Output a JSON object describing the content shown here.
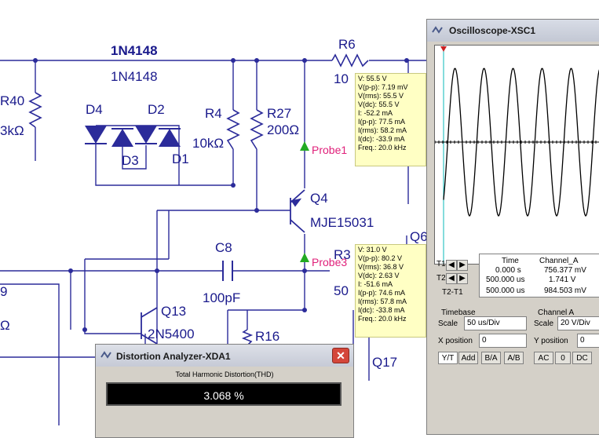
{
  "schematic": {
    "labels": {
      "diode_model_bold": "1N4148",
      "diode_model": "1N4148",
      "d4": "D4",
      "d2": "D2",
      "d3": "D3",
      "d1": "D1",
      "r40": "R40",
      "r40_value": "3kΩ",
      "r4": "R4",
      "r4_value": "10kΩ",
      "r27": "R27",
      "r27_value": "200Ω",
      "r6": "R6",
      "r6_value": "10",
      "q4": "Q4",
      "q4_model": "MJE15031",
      "c8": "C8",
      "c8_value": "100pF",
      "q13": "Q13",
      "q13_model": "2N5400",
      "r16": "R16",
      "r3": "R3",
      "r3_value": "50",
      "q6": "Q6",
      "q17": "Q17",
      "left_edge_9": "9",
      "left_edge_omega": "Ω"
    },
    "probes": {
      "probe1": {
        "label": "Probe1",
        "lines": [
          "V: 55.5 V",
          "V(p-p): 7.19 mV",
          "V(rms): 55.5 V",
          "V(dc): 55.5 V",
          "I: -52.2 mA",
          "I(p-p): 77.5 mA",
          "I(rms): 58.2 mA",
          "I(dc): -33.9 mA",
          "Freq.: 20.0 kHz"
        ]
      },
      "probe3": {
        "label": "Probe3",
        "lines": [
          "V: 31.0 V",
          "V(p-p): 80.2 V",
          "V(rms): 36.8 V",
          "V(dc): 2.63 V",
          "I: -51.6 mA",
          "I(p-p): 74.6 mA",
          "I(rms): 57.8 mA",
          "I(dc): -33.8 mA",
          "Freq.: 20.0 kHz"
        ]
      }
    }
  },
  "oscilloscope": {
    "title": "Oscilloscope-XSC1",
    "readout": {
      "headers": [
        "Time",
        "Channel_A"
      ],
      "t1": {
        "label": "T1",
        "time": "0.000 s",
        "channel_a": "756.377 mV"
      },
      "t2": {
        "label": "T2",
        "time": "500.000 us",
        "channel_a": "1.741 V"
      },
      "t2_t1": {
        "label": "T2-T1",
        "time": "500.000 us",
        "channel_a": "984.503 mV"
      }
    },
    "timebase": {
      "heading": "Timebase",
      "scale_label": "Scale",
      "scale_value": "50 us/Div",
      "xpos_label": "X position",
      "xpos_value": "0",
      "buttons": [
        "Y/T",
        "Add",
        "B/A",
        "A/B"
      ]
    },
    "channel_a": {
      "heading": "Channel A",
      "scale_label": "Scale",
      "scale_value": "20 V/Div",
      "ypos_label": "Y position",
      "ypos_value": "0",
      "coupling_buttons": [
        "AC",
        "0",
        "DC"
      ]
    }
  },
  "distortion_analyzer": {
    "title": "Distortion Analyzer-XDA1",
    "thd_label": "Total Harmonic Distortion(THD)",
    "thd_value": "3.068 %",
    "close_glyph": "✕"
  },
  "colors": {
    "wire": "#2b2b9a",
    "component": "#1a1a8c",
    "probe": "#e0207a",
    "probe_arrow": "#22aa22",
    "tooltip_bg": "#ffffc4",
    "trace": "#000000"
  }
}
